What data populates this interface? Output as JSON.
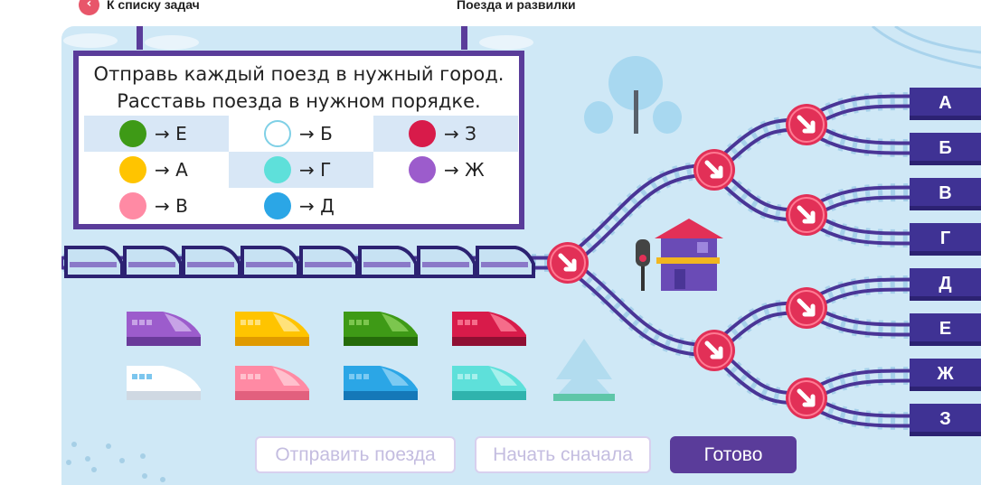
{
  "header": {
    "back_label": "К списку задач",
    "title": "Поезда и развилки"
  },
  "task": {
    "line1": "Отправь каждый поезд в нужный город.",
    "line2": "Расставь поезда в нужном порядке."
  },
  "legend": [
    {
      "color": "#3e9a16",
      "city": "Е",
      "outline": false
    },
    {
      "color": "#ffffff",
      "city": "Б",
      "outline": true
    },
    {
      "color": "#d81b4a",
      "city": "З",
      "outline": false
    },
    {
      "color": "#ffc400",
      "city": "А",
      "outline": false
    },
    {
      "color": "#5ee0da",
      "city": "Г",
      "outline": false
    },
    {
      "color": "#9c5ccc",
      "city": "Ж",
      "outline": false
    },
    {
      "color": "#ff8aa4",
      "city": "В",
      "outline": false
    },
    {
      "color": "#2ba6e6",
      "city": "Д",
      "outline": false
    }
  ],
  "arrow_symbol": "→",
  "cities": [
    "А",
    "Б",
    "В",
    "Г",
    "Д",
    "Е",
    "Ж",
    "З"
  ],
  "trains": [
    {
      "color": "purple",
      "main": "#9c5ccc",
      "dark": "#6a3a9a",
      "light": "#c7a3e6"
    },
    {
      "color": "yellow",
      "main": "#ffc400",
      "dark": "#e09a00",
      "light": "#ffe27a"
    },
    {
      "color": "green",
      "main": "#3e9a16",
      "dark": "#256b0a",
      "light": "#7cc64e"
    },
    {
      "color": "red",
      "main": "#d81b4a",
      "dark": "#8f0f33",
      "light": "#f56c8a"
    },
    {
      "color": "white",
      "main": "#ffffff",
      "dark": "#cfd8e2",
      "light": "#ffffff"
    },
    {
      "color": "pink",
      "main": "#ff8aa4",
      "dark": "#e2607e",
      "light": "#ffc0cd"
    },
    {
      "color": "blue",
      "main": "#2ba6e6",
      "dark": "#1578b8",
      "light": "#7ccaf2"
    },
    {
      "color": "cyan",
      "main": "#5ee0da",
      "dark": "#2fb3ad",
      "light": "#a6f0ec"
    }
  ],
  "empty_wagons": 8,
  "buttons": {
    "send": "Отправить поезда",
    "restart": "Начать сначала",
    "done": "Готово"
  },
  "colors": {
    "accent": "#5a3c9a",
    "switch": "#e23057",
    "track": "#4a3596",
    "background": "#cfe8f6"
  }
}
